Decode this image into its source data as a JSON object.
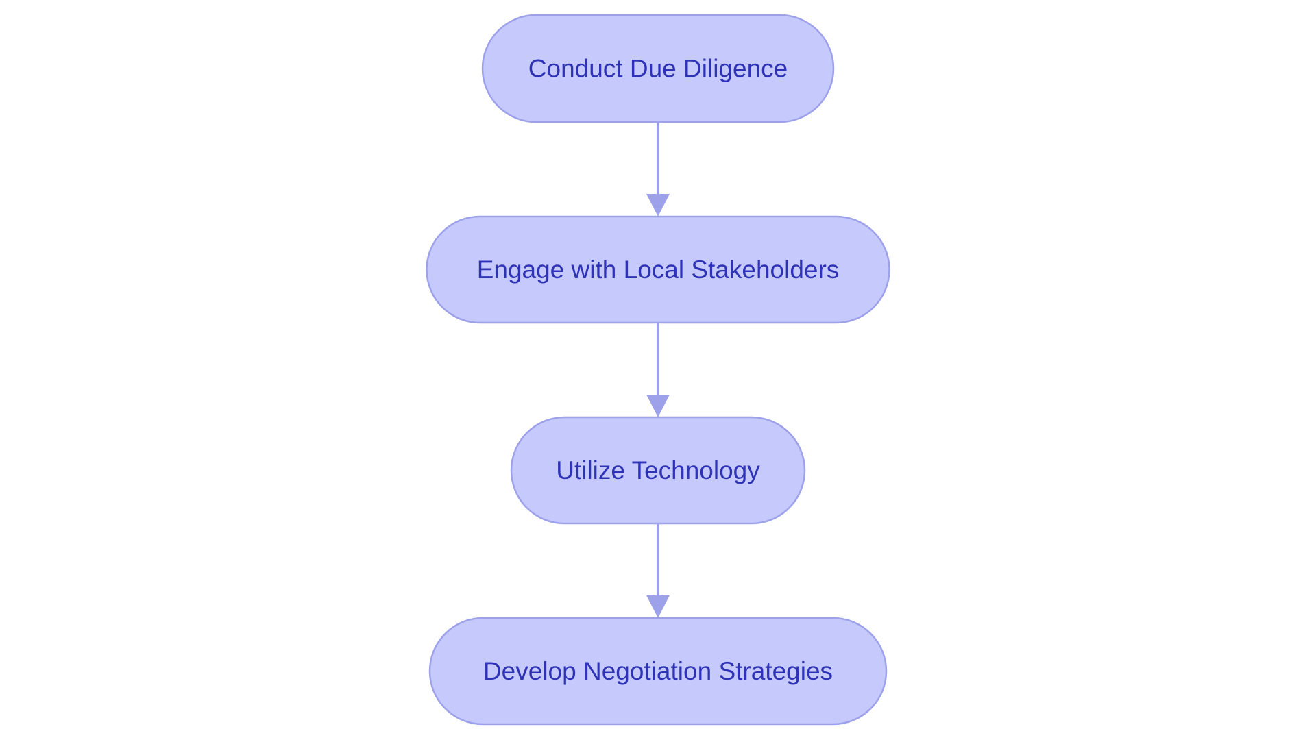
{
  "diagram": {
    "type": "flowchart",
    "direction": "top-to-bottom",
    "colors": {
      "node_fill": "#c6c9fc",
      "node_stroke": "#9ca1ea",
      "text": "#2e33b5",
      "edge": "#9ca1ea",
      "background": "#ffffff"
    },
    "nodes": [
      {
        "id": "n1",
        "label": "Conduct Due Diligence"
      },
      {
        "id": "n2",
        "label": "Engage with Local Stakeholders"
      },
      {
        "id": "n3",
        "label": "Utilize Technology"
      },
      {
        "id": "n4",
        "label": "Develop Negotiation Strategies"
      }
    ],
    "edges": [
      {
        "from": "n1",
        "to": "n2"
      },
      {
        "from": "n2",
        "to": "n3"
      },
      {
        "from": "n3",
        "to": "n4"
      }
    ]
  }
}
